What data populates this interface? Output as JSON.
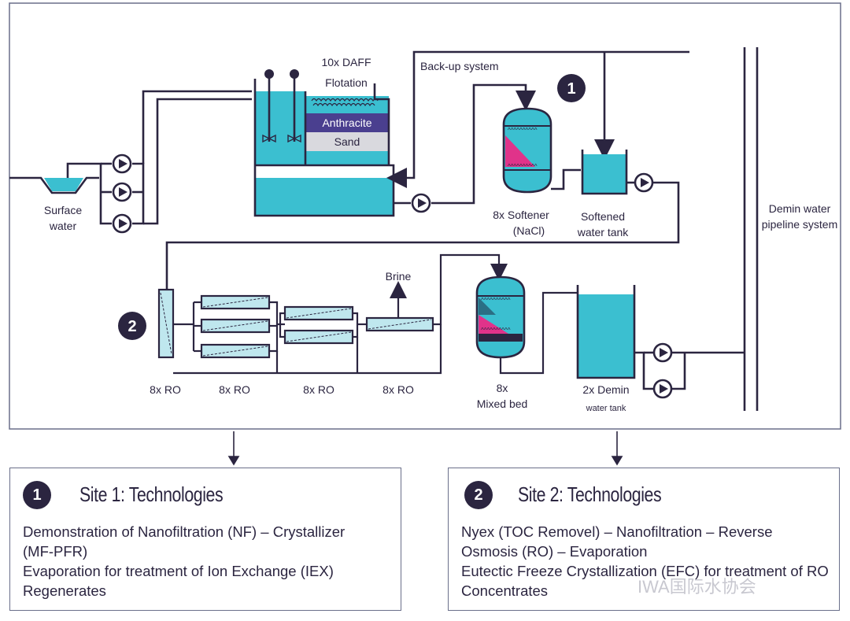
{
  "diagram": {
    "labels": {
      "surface_water": [
        "Surface",
        "water"
      ],
      "daff": [
        "10x DAFF",
        "Flotation"
      ],
      "anthracite": "Anthracite",
      "sand": "Sand",
      "backup": "Back-up system",
      "site1_badge": "1",
      "site2_badge": "2",
      "softener": [
        "8x  Softener",
        "(NaCl)"
      ],
      "softened_tank": [
        "Softened",
        "water tank"
      ],
      "demin_pipeline": [
        "Demin water",
        "pipeline system"
      ],
      "brine": "Brine",
      "ro_labels": [
        "8x RO",
        "8x RO",
        "8x RO",
        "8x RO"
      ],
      "mixed_bed": [
        "8x",
        "Mixed bed"
      ],
      "demin_tank": [
        "2x Demin",
        "water tank"
      ]
    }
  },
  "site1": {
    "badge": "1",
    "title": "Site 1: Technologies",
    "lines": [
      "Demonstration of Nanofiltration (NF)  –  Crystallizer",
      "(MF-PFR)",
      "Evaporation for treatment of Ion Exchange (IEX)",
      "Regenerates"
    ]
  },
  "site2": {
    "badge": "2",
    "title": "Site 2: Technologies",
    "lines": [
      "Nyex (TOC Removel)  –  Nanofiltration  –  Reverse",
      "Osmosis (RO)  –  Evaporation",
      "Eutectic Freeze Crystallization (EFC) for treatment of RO",
      "Concentrates"
    ]
  },
  "watermark": "IWA国际水协会",
  "colors": {
    "line": "#2b2540",
    "water": "#3bbfd0",
    "magenta": "#e0338a",
    "purple": "#4a3f8f",
    "sand": "#d9d9de",
    "frame": "#6a6f8a"
  }
}
